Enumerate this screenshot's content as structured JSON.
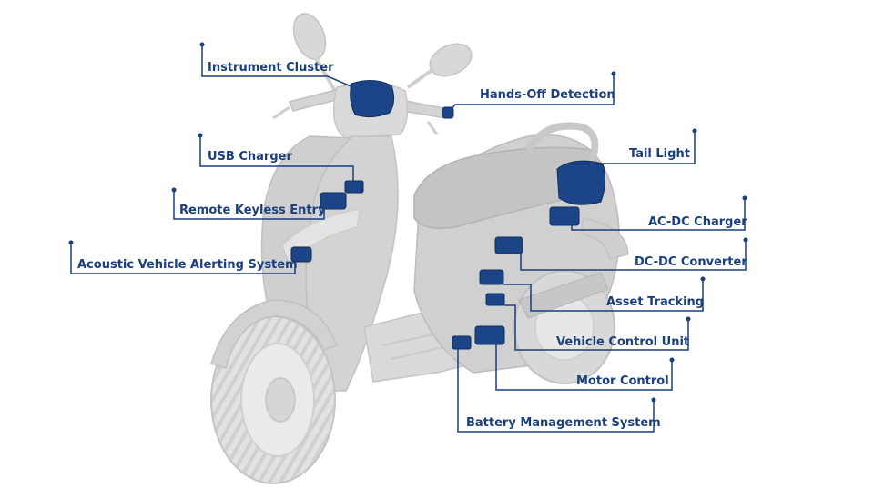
{
  "labels": {
    "instrument_cluster": "Instrument Cluster",
    "hands_off_detection": "Hands-Off Detection",
    "usb_charger": "USB Charger",
    "remote_keyless_entry": "Remote Keyless Entry",
    "acoustic_vehicle_alerting_system": "Acoustic Vehicle Alerting System",
    "tail_light": "Tail Light",
    "ac_dc_charger": "AC-DC Charger",
    "dc_dc_converter": "DC-DC Converter",
    "asset_tracking": "Asset Tracking",
    "vehicle_control_unit": "Vehicle Control Unit",
    "motor_control": "Motor Control",
    "battery_management_system": "Battery Management System"
  },
  "colors": {
    "accent": "#1a3f7c",
    "component": "#1c4587",
    "scooter_body": "#d4d4d4",
    "scooter_outline": "#bdbdbd"
  }
}
